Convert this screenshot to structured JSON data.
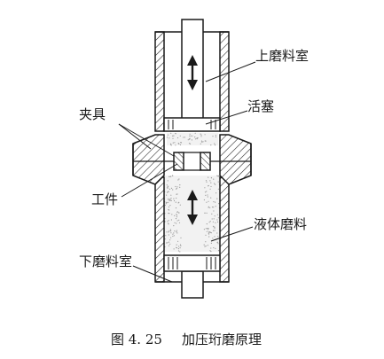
{
  "labels": {
    "upper_chamber": "上磨料室",
    "piston": "活塞",
    "fixture": "夹具",
    "workpiece": "工件",
    "liquid_abrasive": "液体磨料",
    "lower_chamber": "下磨料室"
  },
  "caption": {
    "number": "图 4. 25",
    "title": "加压珩磨原理"
  },
  "colors": {
    "ink": "#1a1a1a",
    "abrasive_dots": "#9a9a9a"
  },
  "icons": {
    "motion": "double-arrow-icon"
  }
}
